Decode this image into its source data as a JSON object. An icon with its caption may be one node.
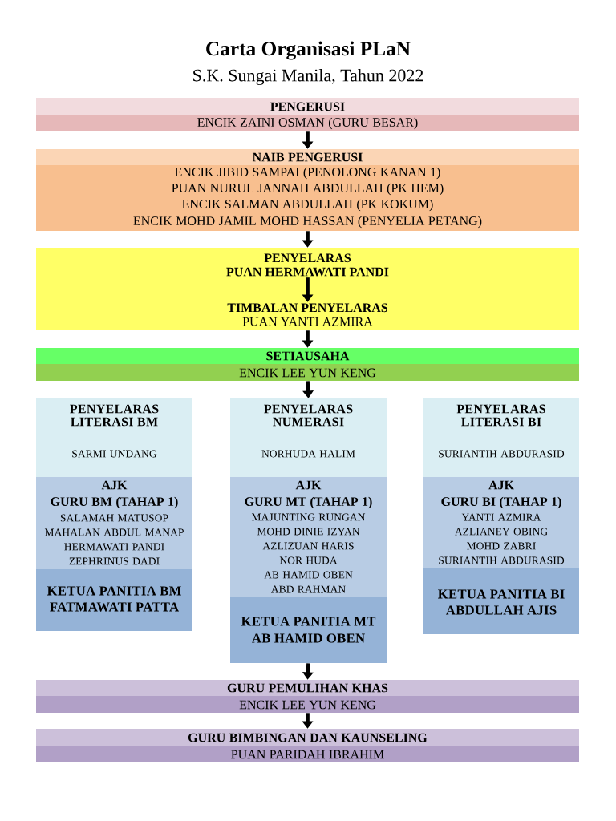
{
  "diagram": {
    "title": "Carta Organisasi PLaN",
    "nodes": [
      {
        "text": [
          "PENGERUSI",
          "ENCIK ZAINI OSMAN (GURU BESAR)"
        ]
      },
      {
        "text": [
          "NAIB PENGERUSI",
          "ENCIK JIBID SAMPAI (PENOLONG KANAN 1)",
          "PUAN NURUL JANNAH ABDULLAH (PK HEM)",
          "ENCIK SALMAN ABDULLAH (PK KOKUM)",
          "ENCIK MOHD JAMIL MOHD HASSAN (PENYELIA PETANG)"
        ]
      },
      {
        "text": [],
        "shape": "box"
      },
      {
        "text": [
          "PENYELARAS",
          "PUAN HERMAWATI PANDI"
        ],
        "in": 2
      },
      {
        "text": [
          "TIMBALAN PENYELARAS",
          "PUAN YANTI AZMIRA"
        ],
        "in": 2
      },
      {
        "text": [
          "SETIAUSAHA",
          "ENCIK LEE YUN KENG"
        ]
      },
      {
        "text": [
          "PENYELARAS LITERASI BM",
          "SARMI UNDANG",
          "AJK",
          "GURU BM (TAHAP 1)",
          "SALAMAH MATUSOP",
          "MAHALAN ABDUL MANAP",
          "HERMAWATI PANDI",
          "ZEPHRINUS DADI",
          "KETUA PANITIA BM",
          "FATMAWATI PATTA"
        ]
      },
      {
        "text": [
          "PENYELARAS NUMERASI",
          "NORHUDA HALIM",
          "AJK",
          "GURU MT (TAHAP 1)",
          "MAJUNTING RUNGAN",
          "MOHD DINIE IZYAN",
          "AZLIZUAN HARIS",
          "NOR HUDA",
          "AB HAMID OBEN",
          "ABD RAHMAN",
          "KETUA PANITIA MT",
          "AB HAMID OBEN"
        ]
      },
      {
        "text": [
          "PENYELARAS LITERASI BI",
          "SURIANTIH ABDURASID",
          "AJK",
          "GURU BI (TAHAP 1)",
          "YANTI AZMIRA",
          "AZLIANEY OBING",
          "MOHD ZABRI",
          "SURIANTIH ABDURASID",
          "KETUA PANITIA BI",
          "ABDULLAH AJIS"
        ]
      },
      {
        "text": [
          "GURU PEMULIHAN KHAS",
          "ENCIK LEE YUN KENG"
        ]
      },
      {
        "text": [
          "GURU BIMBINGAN DAN KAUNSELING",
          "PUAN PARIDAH IBRAHIM"
        ]
      }
    ],
    "edges": [
      {
        "from": 0,
        "to": 1,
        "arrow": "to"
      },
      {
        "from": 1,
        "to": 2,
        "arrow": "to"
      },
      {
        "from": 3,
        "to": 4,
        "arrow": "to"
      },
      {
        "from": 2,
        "to": 5,
        "arrow": "to"
      },
      {
        "from": 5,
        "to": 7,
        "arrow": "to"
      },
      {
        "from": 7,
        "to": 9,
        "arrow": "to"
      },
      {
        "from": 9,
        "to": 10,
        "arrow": "to"
      }
    ],
    "labels": [
      "S.K. Sungai Manila, Tahun 2022"
    ]
  }
}
